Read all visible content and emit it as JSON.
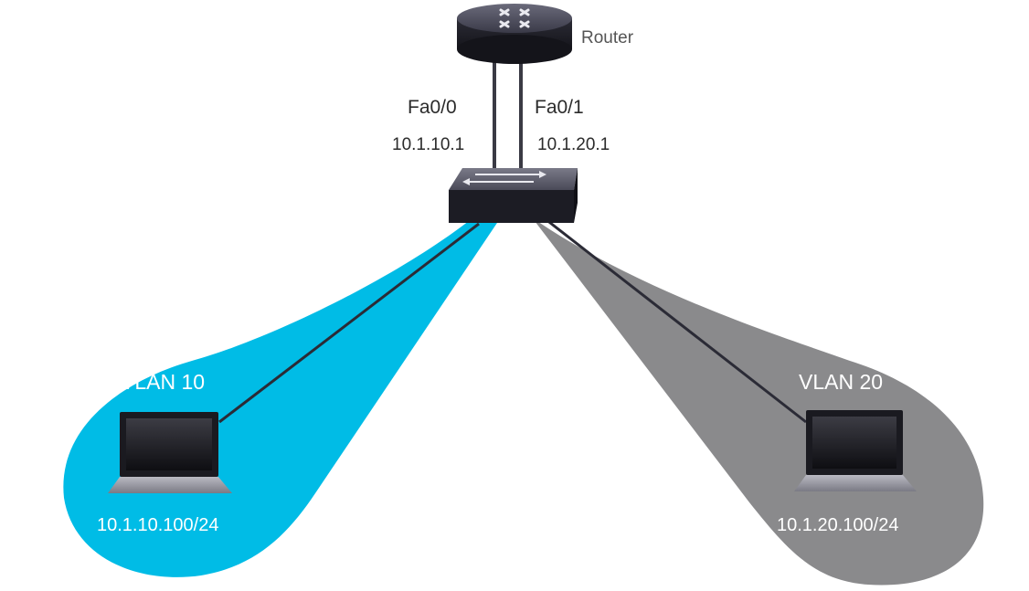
{
  "router": {
    "label": "Router"
  },
  "links": {
    "left": {
      "port": "Fa0/0",
      "ip": "10.1.10.1"
    },
    "right": {
      "port": "Fa0/1",
      "ip": "10.1.20.1"
    }
  },
  "vlans": [
    {
      "name": "VLAN 10",
      "host_ip": "10.1.10.100/24",
      "color": "#00bce6"
    },
    {
      "name": "VLAN 20",
      "host_ip": "10.1.20.100/24",
      "color": "#8a8a8c"
    }
  ],
  "icons": [
    "router-icon",
    "switch-icon",
    "laptop-icon",
    "laptop-icon"
  ]
}
